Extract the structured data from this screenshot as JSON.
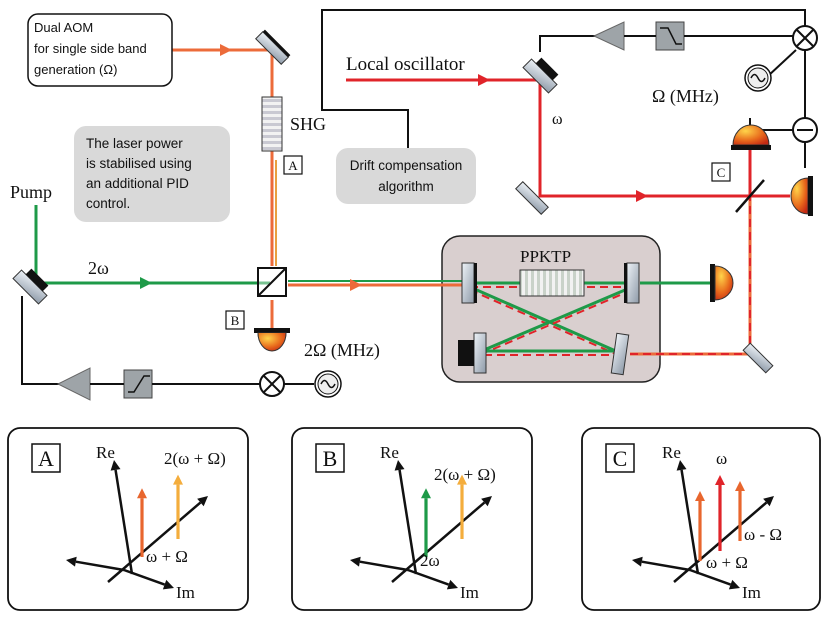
{
  "labels": {
    "aom_box": [
      "Dual AOM",
      "for single side band",
      "generation (Ω)"
    ],
    "pid_note": [
      "The laser power",
      "is stabilised using",
      "an additional PID",
      "control."
    ],
    "shg": "SHG",
    "drift_box": [
      "Drift compensation",
      "algorithm"
    ],
    "local_oscillator": "Local oscillator",
    "omega": "ω",
    "omega_mhz": "Ω (MHz)",
    "pump": "Pump",
    "two_omega": "2ω",
    "two_omega_mhz": "2Ω (MHz)",
    "ppktp": "PPKTP",
    "marker_a": "A",
    "marker_b": "B",
    "marker_c": "C"
  },
  "panels": [
    {
      "letter": "A",
      "re": "Re",
      "im": "Im",
      "top_label": "2(ω + Ω)",
      "bottom_label": "ω + Ω",
      "arrows": [
        {
          "color": "#e8662e"
        },
        {
          "color": "#f4ad3c"
        }
      ]
    },
    {
      "letter": "B",
      "re": "Re",
      "im": "Im",
      "top_label": "2(ω + Ω)",
      "bottom_label": "2ω",
      "arrows": [
        {
          "color": "#1e9a48"
        },
        {
          "color": "#f4ad3c"
        }
      ]
    },
    {
      "letter": "C",
      "re": "Re",
      "im": "Im",
      "top_label": "ω",
      "mid_label": "ω - Ω",
      "bottom_label": "ω + Ω",
      "arrows": [
        {
          "color": "#e8662e"
        },
        {
          "color": "#e0242a"
        },
        {
          "color": "#e8662e"
        }
      ]
    }
  ],
  "colors": {
    "pump_green": "#1e9a48",
    "orange_beam": "#ec6b3a",
    "red_beam": "#e0242a",
    "cavity_box": "#d9cfcf"
  }
}
